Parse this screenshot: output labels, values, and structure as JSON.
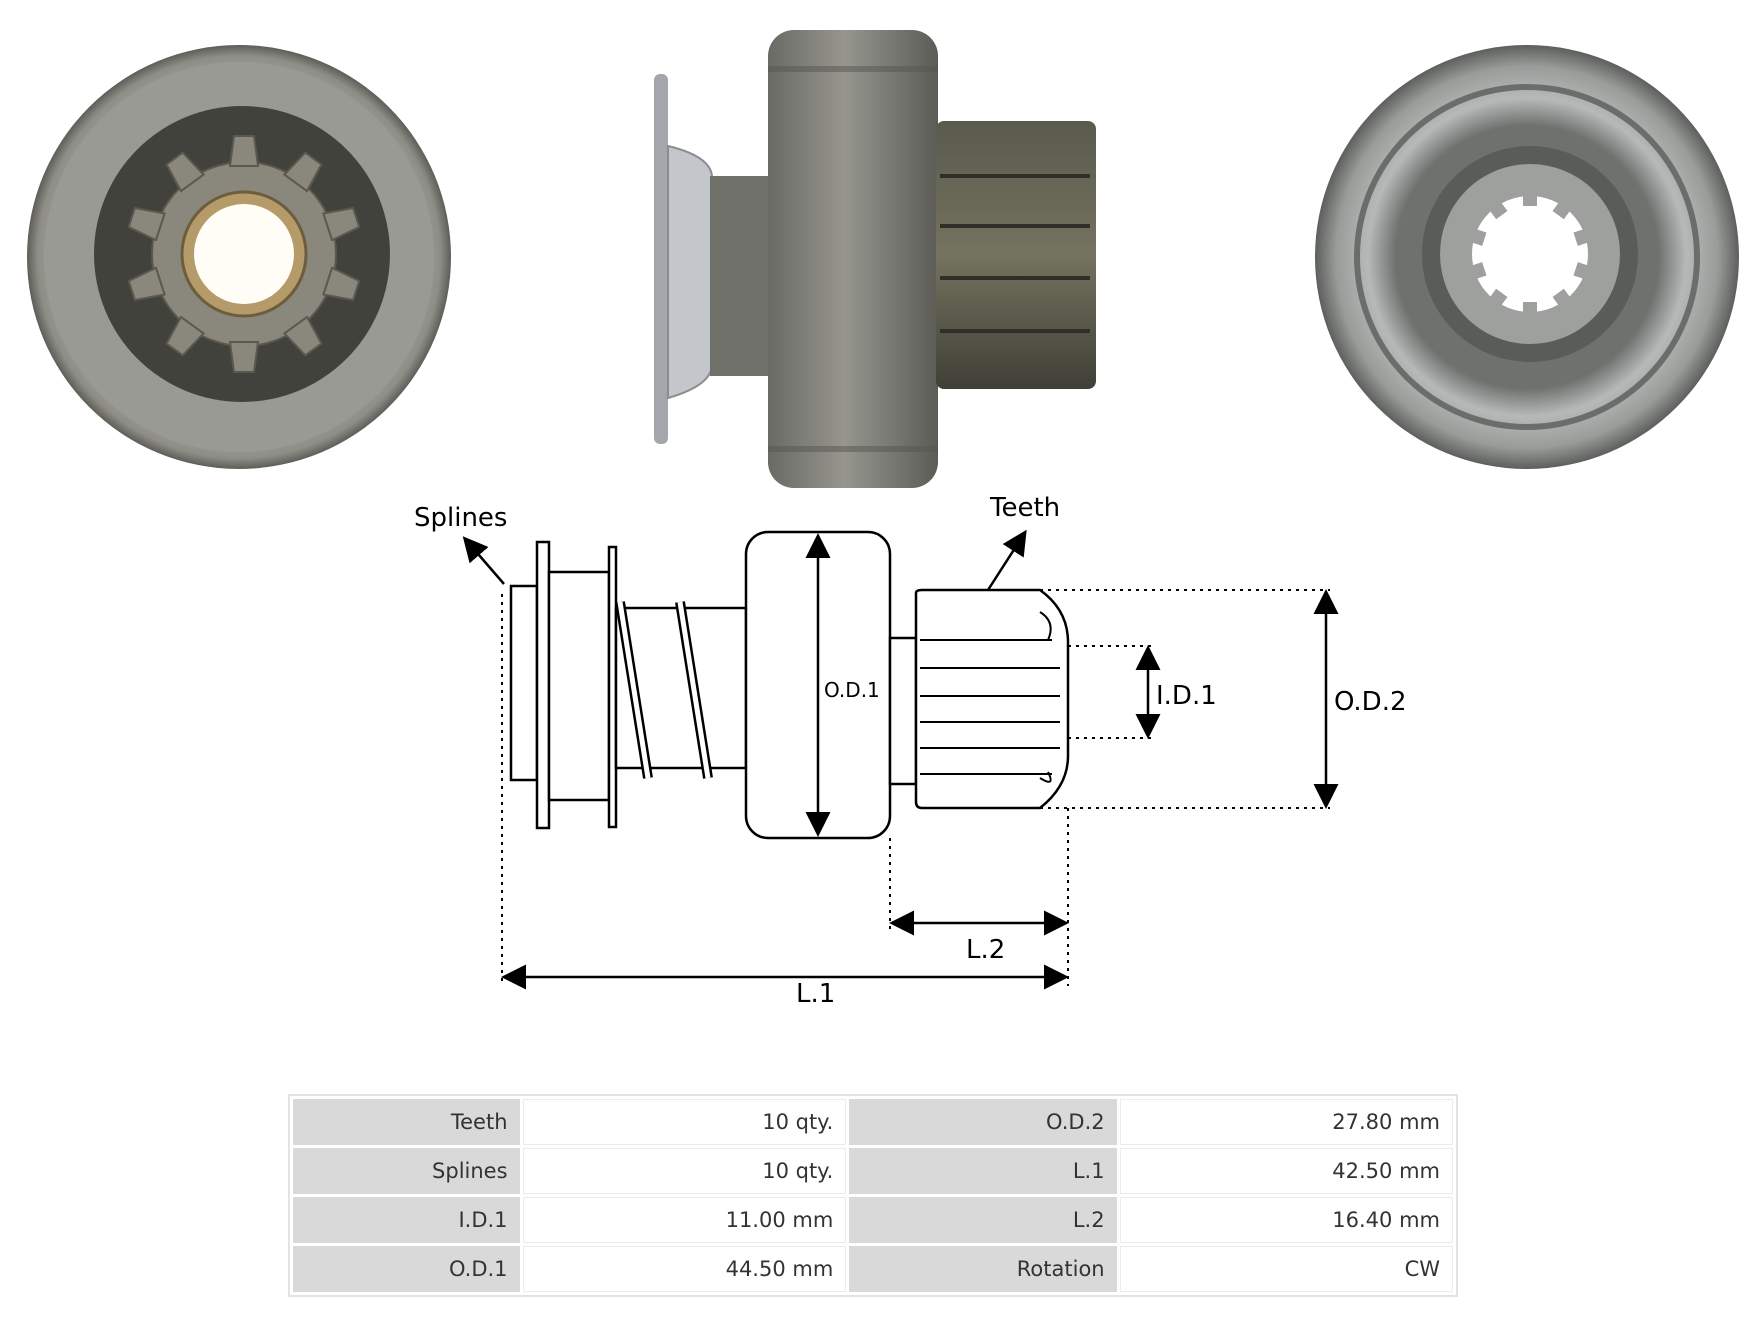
{
  "diagram": {
    "labels": {
      "splines": "Splines",
      "teeth": "Teeth",
      "od1": "O.D.1",
      "id1": "I.D.1",
      "od2": "O.D.2",
      "l1": "L.1",
      "l2": "L.2"
    }
  },
  "specs": {
    "rows": [
      {
        "label1": "Teeth",
        "value1": "10 qty.",
        "label2": "O.D.2",
        "value2": "27.80 mm"
      },
      {
        "label1": "Splines",
        "value1": "10 qty.",
        "label2": "L.1",
        "value2": "42.50 mm"
      },
      {
        "label1": "I.D.1",
        "value1": "11.00 mm",
        "label2": "L.2",
        "value2": "16.40 mm"
      },
      {
        "label1": "O.D.1",
        "value1": "44.50 mm",
        "label2": "Rotation",
        "value2": "CW"
      }
    ]
  },
  "colors": {
    "metal": "#8e8f8c",
    "dark_metal": "#4f4f49",
    "bronze": "#b59a6a",
    "table_label_bg": "#d9d9d9"
  }
}
